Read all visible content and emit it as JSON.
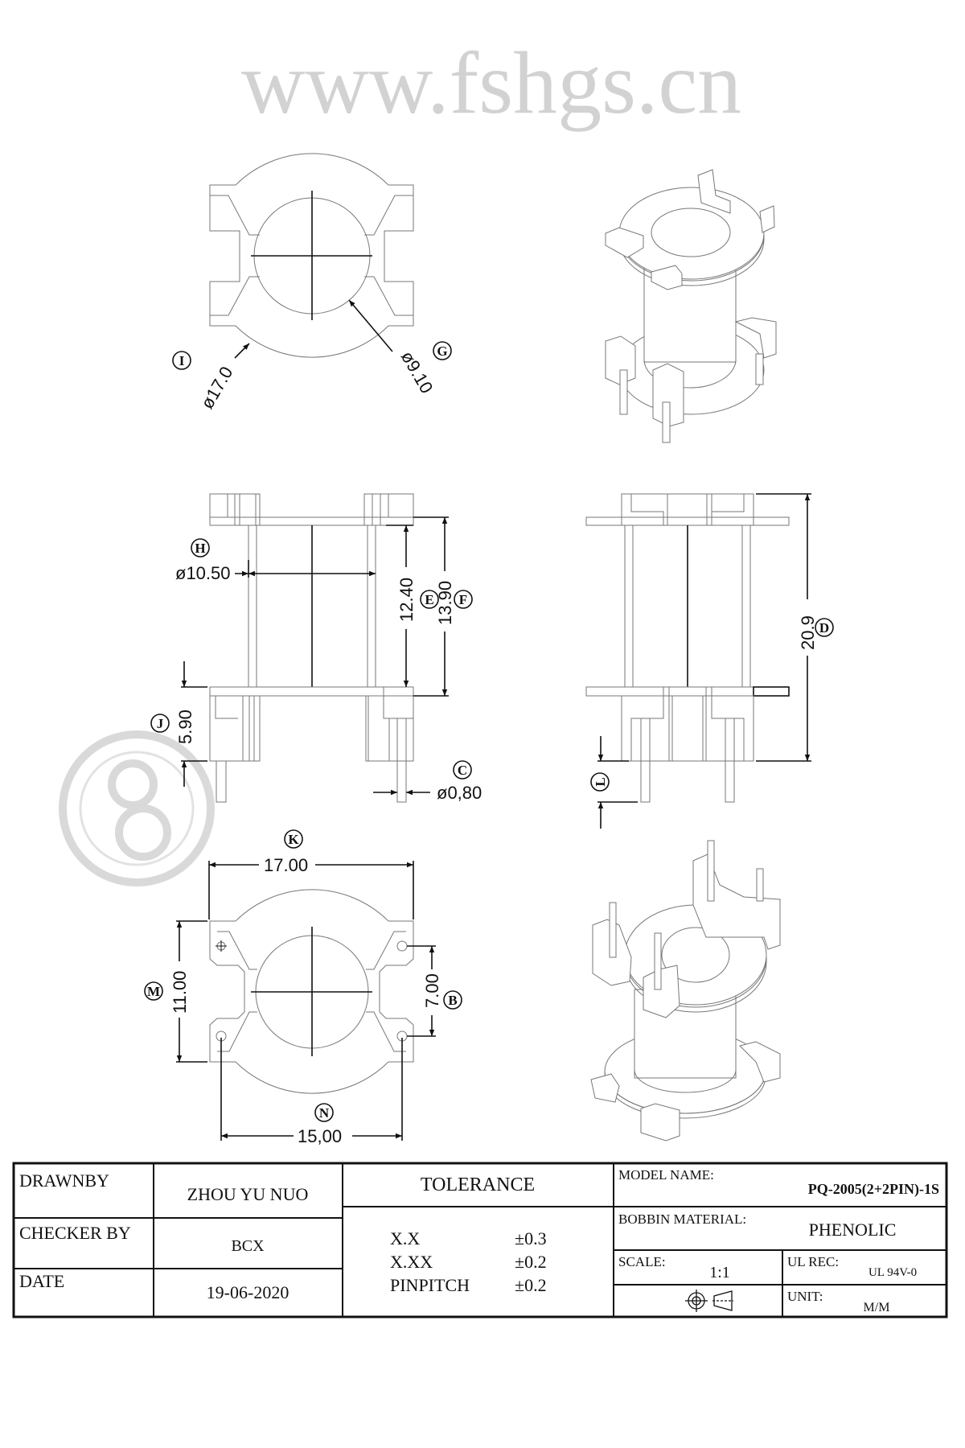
{
  "watermark": {
    "text": "www.fshgs.cn"
  },
  "top_view": {
    "outer_dia": {
      "label": "I",
      "value": "ø17.0"
    },
    "inner_dia": {
      "label": "G",
      "value": "ø9.10"
    }
  },
  "side_view": {
    "tube_dia": {
      "label": "H",
      "value": "ø10.50"
    },
    "winding_height": {
      "label": "E",
      "value": "12.40"
    },
    "flange_span": {
      "label": "F",
      "value": "13.90"
    },
    "base_height": {
      "label": "J",
      "value": "5.90"
    },
    "pin_dia": {
      "label": "C",
      "value": "ø0,80"
    }
  },
  "front_view": {
    "total_height": {
      "label": "D",
      "value": "20.9"
    },
    "pin_length": {
      "label": "L"
    }
  },
  "bottom_view": {
    "width": {
      "label": "K",
      "value": "17.00"
    },
    "depth": {
      "label": "M",
      "value": "11.00"
    },
    "pin_row_pitch": {
      "label": "B",
      "value": "7.00"
    },
    "pin_span": {
      "label": "N",
      "value": "15,00"
    }
  },
  "title_block": {
    "drawn_by_label": "DRAWNBY",
    "drawn_by": "ZHOU YU NUO",
    "checker_label": "CHECKER BY",
    "checker": "BCX",
    "date_label": "DATE",
    "date": "19-06-2020",
    "tolerance_title": "TOLERANCE",
    "tolerances": [
      {
        "format": "X.X",
        "value": "±0.3"
      },
      {
        "format": "X.XX",
        "value": "±0.2"
      },
      {
        "format": "PINPITCH",
        "value": "±0.2"
      }
    ],
    "model_label": "MODEL NAME:",
    "model": "PQ-2005(2+2PIN)-1S",
    "material_label": "BOBBIN MATERIAL:",
    "material": "PHENOLIC",
    "scale_label": "SCALE:",
    "scale": "1:1",
    "ul_label": "UL REC:",
    "ul": "UL 94V-0",
    "unit_label": "UNIT:",
    "unit": "M/M",
    "projection_symbol": "first-angle-projection-icon"
  }
}
